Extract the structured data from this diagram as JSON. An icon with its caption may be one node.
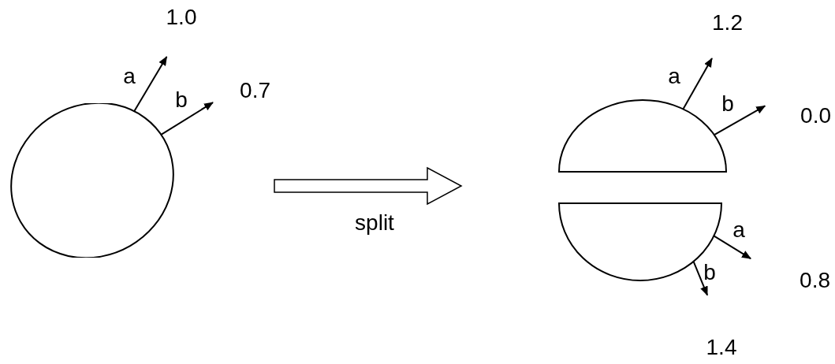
{
  "diagram": {
    "nodes": [
      {
        "text": [],
        "shape": "circle"
      },
      {
        "text": [
          "1.0"
        ]
      },
      {
        "text": [
          "0.7"
        ]
      },
      {
        "text": [],
        "shape": "semicircle"
      },
      {
        "text": [
          "1.2"
        ]
      },
      {
        "text": [
          "0.0"
        ]
      },
      {
        "text": [],
        "shape": "semicircle"
      },
      {
        "text": [
          "0.8"
        ]
      },
      {
        "text": [
          "1.4"
        ]
      }
    ],
    "edges": [
      {
        "from": 0,
        "to": 1,
        "arrow": "to",
        "label": "a"
      },
      {
        "from": 0,
        "to": 2,
        "arrow": "to",
        "label": "b"
      },
      {
        "from": 3,
        "to": 4,
        "arrow": "to",
        "label": "a"
      },
      {
        "from": 3,
        "to": 5,
        "arrow": "to",
        "label": "b"
      },
      {
        "from": 6,
        "to": 7,
        "arrow": "to",
        "label": "a"
      },
      {
        "from": 6,
        "to": 8,
        "arrow": "to",
        "label": "b"
      }
    ],
    "labels": [
      "split"
    ]
  }
}
